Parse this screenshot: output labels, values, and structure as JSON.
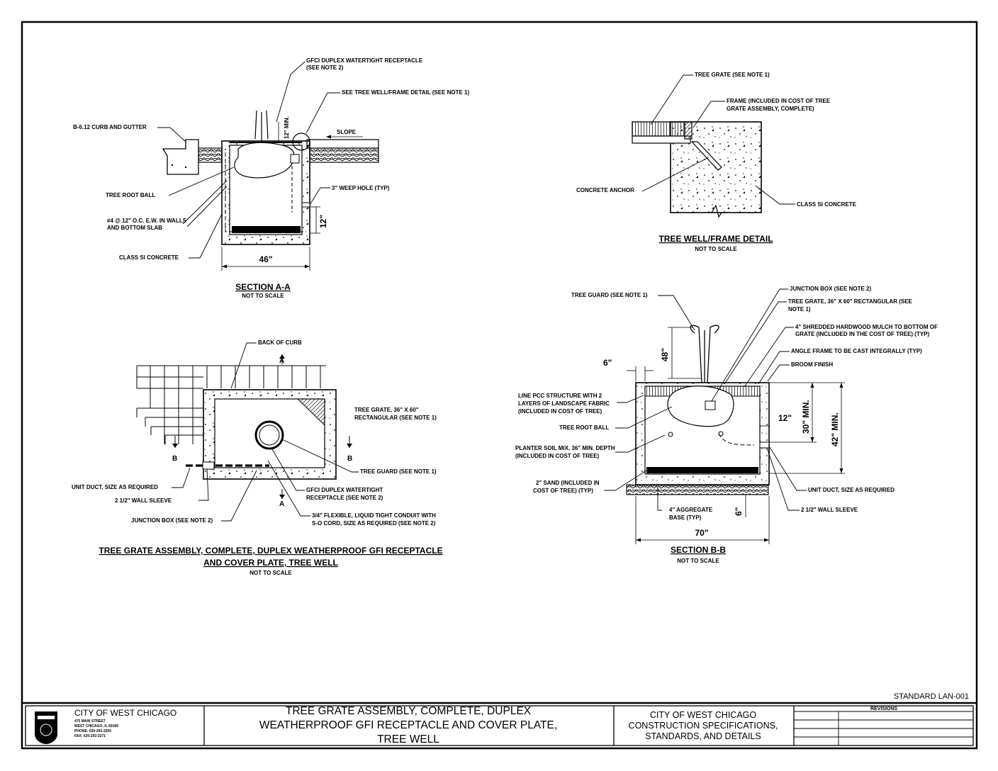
{
  "section_aa": {
    "labels": {
      "gfci": [
        "GFCI DUPLEX WATERTIGHT RECEPTACLE",
        "(SEE NOTE 2)"
      ],
      "tree_well_frame": "SEE TREE WELL/FRAME DETAIL (SEE NOTE 1)",
      "curb": "B-6.12 CURB AND GUTTER",
      "slope": "SLOPE",
      "root_ball": "TREE ROOT BALL",
      "weep_hole": "3\" WEEP HOLE (TYP)",
      "rebar": [
        "#4 @ 12\" O.C. E.W. IN WALLS",
        "AND BOTTOM SLAB"
      ],
      "concrete": "CLASS SI CONCRETE"
    },
    "dims": {
      "min12": "12\" MIN.",
      "h12": "12\"",
      "width": "46\""
    },
    "title": "SECTION A-A",
    "scale": "NOT TO SCALE"
  },
  "frame_detail": {
    "labels": {
      "grate": "TREE GRATE (SEE NOTE 1)",
      "frame": [
        "FRAME (INCLUDED IN COST OF TREE",
        "GRATE ASSEMBLY, COMPLETE)"
      ],
      "anchor": "CONCRETE ANCHOR",
      "concrete": "CLASS SI CONCRETE"
    },
    "title": "TREE WELL/FRAME DETAIL",
    "scale": "NOT TO SCALE"
  },
  "plan": {
    "labels": {
      "back_of_curb": "BACK OF CURB",
      "grate": [
        "TREE GRATE, 36\" X 60\"",
        "RECTANGULAR (SEE NOTE 1)"
      ],
      "tree_guard": "TREE GUARD (SEE NOTE 1)",
      "unit_duct": "UNIT DUCT, SIZE AS REQUIRED",
      "wall_sleeve": "2 1/2\" WALL SLEEVE",
      "gfci": [
        "GFCI DUPLEX WATERTIGHT",
        "RECEPTACLE (SEE NOTE 2)"
      ],
      "junction": "JUNCTION BOX (SEE NOTE 2)",
      "conduit": [
        "3/4\" FLEXIBLE, LIQUID TIGHT CONDUIT WITH",
        "S-O CORD, SIZE AS REQUIRED (SEE NOTE 2)"
      ]
    },
    "markers": {
      "a": "A",
      "b": "B"
    },
    "title": [
      "TREE GRATE ASSEMBLY, COMPLETE, DUPLEX WEATHERPROOF GFI RECEPTACLE",
      "AND COVER PLATE, TREE WELL"
    ],
    "scale": "NOT TO SCALE"
  },
  "section_bb": {
    "labels": {
      "junction": "JUNCTION BOX (SEE NOTE 2)",
      "tree_guard": "TREE GUARD (SEE NOTE 1)",
      "grate": [
        "TREE GRATE, 36\" X 60\" RECTANGULAR (SEE",
        "NOTE 1)"
      ],
      "mulch": [
        "4\" SHREDDED HARDWOOD MULCH TO BOTTOM OF",
        "GRATE (INCLUDED IN THE COST OF TREE) (TYP)"
      ],
      "angle_frame": "ANGLE FRAME TO BE CAST INTEGRALLY (TYP)",
      "broom": "BROOM FINISH",
      "line_pcc": [
        "LINE PCC STRUCTURE WITH 2",
        "LAYERS OF LANDSCAPE FABRIC",
        "(INCLUDED IN COST OF TREE)"
      ],
      "root_ball": "TREE ROOT BALL",
      "planter": [
        "PLANTER SOIL MIX, 36\" MIN. DEPTH",
        "(INCLUDED IN COST OF TREE)"
      ],
      "sand": [
        "2\" SAND (INCLUDED IN",
        "COST OF TREE) (TYP)"
      ],
      "aggregate": [
        "4\" AGGREGATE",
        "BASE (TYP)"
      ],
      "unit_duct": "UNIT DUCT, SIZE AS REQUIRED",
      "wall_sleeve": "2 1/2\" WALL SLEEVE"
    },
    "dims": {
      "h48": "48\"",
      "w6": "6\"",
      "w12": "12\"",
      "d30": "30\" MIN.",
      "d42": "42\" MIN.",
      "d6": "6\"",
      "width": "70\""
    },
    "title": "SECTION B-B",
    "scale": "NOT TO SCALE"
  },
  "title_block": {
    "standard": "STANDARD LAN-001",
    "city": "CITY OF WEST CHICAGO",
    "address": [
      "475 MAIN STREET",
      "WEST CHICAGO, IL 60185",
      "PHONE: 630-293-2200",
      "FAX: 630-293-3271"
    ],
    "drawing_title": [
      "TREE GRATE ASSEMBLY, COMPLETE, DUPLEX",
      "WEATHERPROOF GFI RECEPTACLE AND COVER PLATE,",
      "TREE WELL"
    ],
    "spec": [
      "CITY OF WEST CHICAGO",
      "CONSTRUCTION SPECIFICATIONS,",
      "STANDARDS, AND DETAILS"
    ],
    "revisions": "REVISIONS"
  }
}
